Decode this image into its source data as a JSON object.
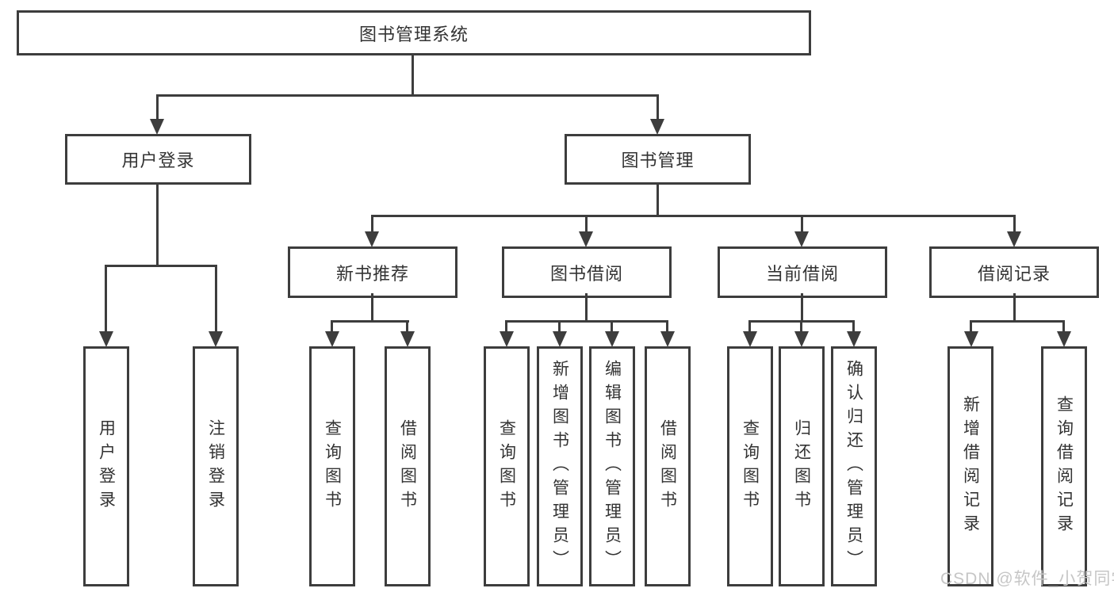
{
  "diagram": {
    "root": "图书管理系统",
    "branches": [
      {
        "label": "用户登录",
        "leaves": [
          "用户登录",
          "注销登录"
        ]
      },
      {
        "label": "图书管理",
        "groups": [
          {
            "label": "新书推荐",
            "leaves": [
              "查询图书",
              "借阅图书"
            ]
          },
          {
            "label": "图书借阅",
            "leaves": [
              "查询图书",
              "新增图书（管理员）",
              "编辑图书（管理员）",
              "借阅图书"
            ]
          },
          {
            "label": "当前借阅",
            "leaves": [
              "查询图书",
              "归还图书",
              "确认归还（管理员）"
            ]
          },
          {
            "label": "借阅记录",
            "leaves": [
              "新增借阅记录",
              "查询借阅记录"
            ]
          }
        ]
      }
    ]
  },
  "watermark": "CSDN @软件_小贺同学",
  "colors": {
    "line": "#3d3d3d",
    "text": "#333333",
    "watermark": "#c6c6c6",
    "background": "#ffffff"
  }
}
